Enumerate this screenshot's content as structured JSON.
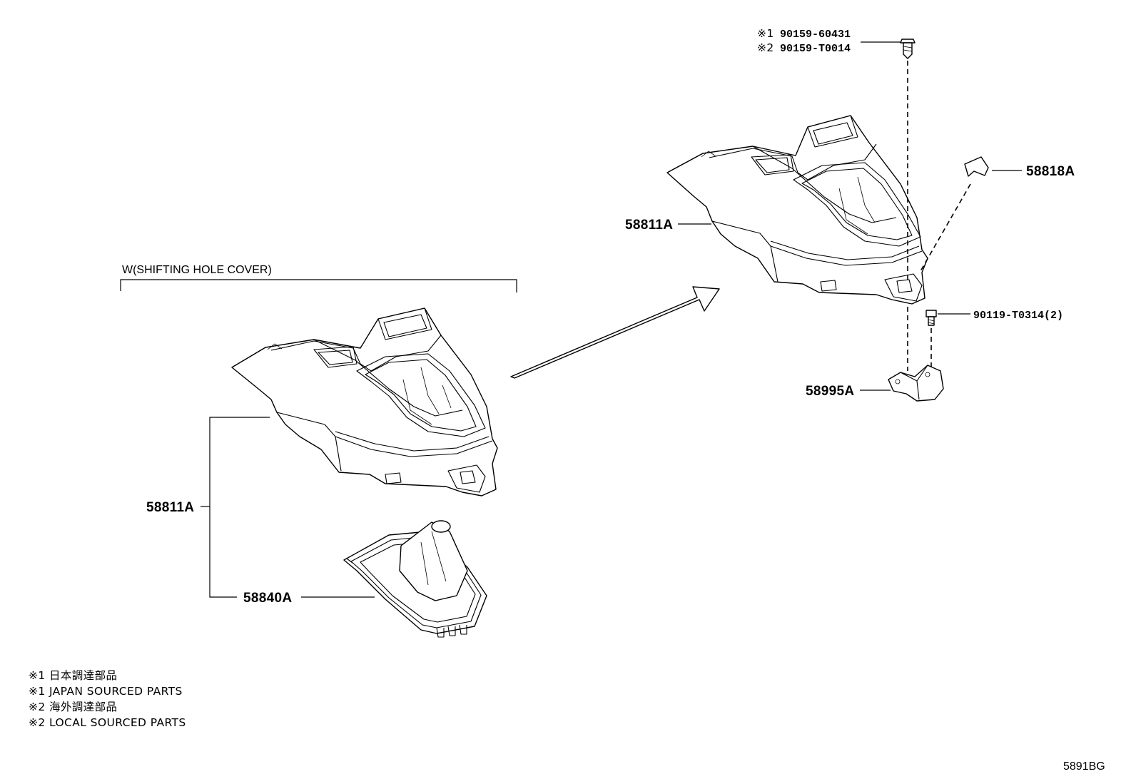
{
  "assembly": {
    "label": "W(SHIFTING HOLE COVER)"
  },
  "callouts": {
    "c_58811A_left": "58811A",
    "c_58840A": "58840A",
    "c_58811A_right": "58811A",
    "c_58818A": "58818A",
    "c_90119": "90119-T0314(2)",
    "c_58995A": "58995A",
    "screw_1_mark": "※1",
    "screw_1_code": "90159-60431",
    "screw_2_mark": "※2",
    "screw_2_code": "90159-T0014"
  },
  "notes": [
    "※1 日本調達部品",
    "※1 JAPAN SOURCED PARTS",
    "※2 海外調達部品",
    "※2 LOCAL SOURCED PARTS"
  ],
  "diagram_code": "5891BG"
}
